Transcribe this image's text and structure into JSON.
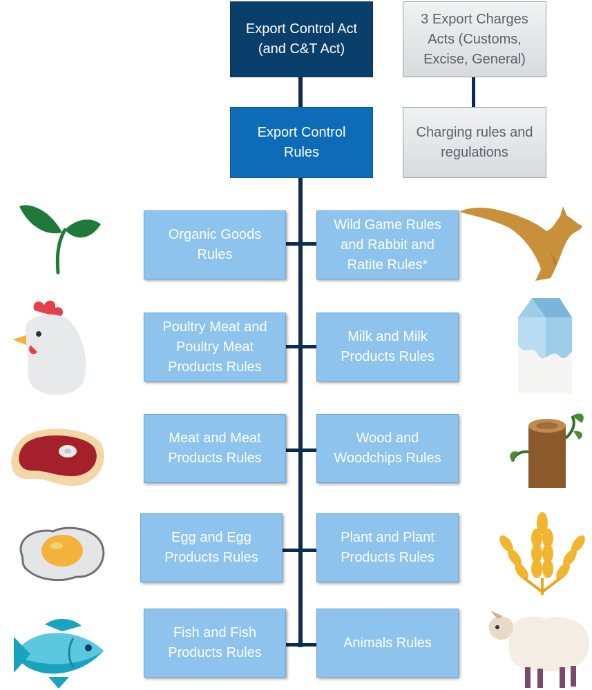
{
  "act": "Export Control Act\n(and C&T Act)",
  "rules": "Export Control\nRules",
  "charges_acts": "3 Export Charges\nActs (Customs,\nExcise, General)",
  "charging_rules": "Charging rules and\nregulations",
  "left_rules": [
    "Organic Goods\nRules",
    "Poultry Meat and\nPoultry Meat\nProducts Rules",
    "Meat and Meat\nProducts Rules",
    "Egg and Egg\nProducts Rules",
    "Fish and Fish\nProducts Rules"
  ],
  "right_rules": [
    "Wild Game Rules\nand Rabbit and\nRatite Rules*",
    "Milk and Milk\nProducts Rules",
    "Wood and\nWoodchips Rules",
    "Plant and Plant\nProducts Rules",
    "Animals Rules"
  ],
  "icons": {
    "left": [
      "sprout-icon",
      "chicken-icon",
      "steak-icon",
      "fried-egg-icon",
      "fish-icon"
    ],
    "right": [
      "kangaroo-icon",
      "milk-carton-icon",
      "log-icon",
      "wheat-icon",
      "sheep-icon"
    ]
  },
  "colors": {
    "act_box": "#0b3f6b",
    "rules_box": "#0e6bb7",
    "sub_rules_box": "#8dc3ed",
    "charges_box": "#e3e5e8",
    "connector": "#0b2d4d"
  }
}
